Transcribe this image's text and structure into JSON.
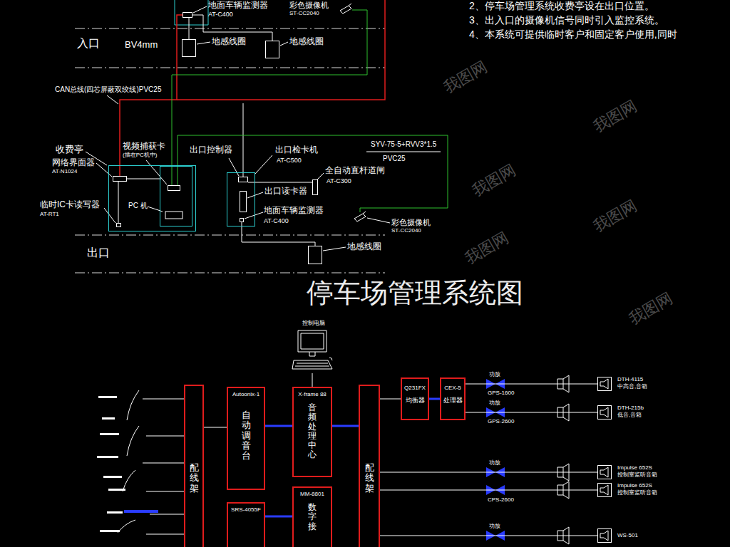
{
  "diagram": {
    "title": "停车场管理系统图",
    "nodes": [
      {
        "text": [
          "地面车辆监测器",
          "AT-C400"
        ]
      },
      {
        "text": [
          "彩色摄像机",
          "ST-CC2040"
        ]
      },
      {
        "text": [
          "地感线圈"
        ]
      },
      {
        "text": [
          "地感线圈"
        ]
      },
      {
        "text": [
          "收费亭"
        ]
      },
      {
        "text": [
          "网络界面器",
          "AT-N1024"
        ],
        "in": 4
      },
      {
        "text": [
          "临时IC卡读写器",
          "AT-RT1"
        ],
        "in": 4
      },
      {
        "text": [
          "PC 机"
        ],
        "in": 4
      },
      {
        "text": [
          "视频捕获卡",
          "(插在PC机中)"
        ],
        "in": 7
      },
      {
        "text": [
          "出口检卡机",
          "AT-C500"
        ]
      },
      {
        "text": [
          "出口控制器"
        ],
        "in": 9
      },
      {
        "text": [
          "出口读卡器"
        ],
        "in": 9
      },
      {
        "text": [
          "地面车辆监测器",
          "AT-C400"
        ],
        "in": 9
      },
      {
        "text": [
          "全自动直杆道闸",
          "AT-C300"
        ]
      },
      {
        "text": [
          "彩色摄像机",
          "ST-CC2040"
        ]
      },
      {
        "text": [
          "地感线圈"
        ]
      },
      {
        "text": [
          "控制电脑"
        ]
      },
      {
        "text": [
          "配线架"
        ]
      },
      {
        "text": [
          "Autoonix-1",
          "自动调音台"
        ]
      },
      {
        "text": [
          "SRS-4055F"
        ]
      },
      {
        "text": [
          "X-frame 88",
          "音频处理中心"
        ]
      },
      {
        "text": [
          "MM-8801",
          "数字接"
        ]
      },
      {
        "text": [
          "配线架"
        ]
      },
      {
        "text": [
          "Q231FX",
          "均衡器"
        ]
      },
      {
        "text": [
          "CEX-5",
          "处理器"
        ]
      },
      {
        "text": [
          "功放",
          "GPS-1600"
        ]
      },
      {
        "text": [
          "功放",
          "GPS-2600"
        ]
      },
      {
        "text": [
          "功放"
        ]
      },
      {
        "text": [
          "CPS-2600"
        ]
      },
      {
        "text": [
          "功放"
        ]
      },
      {
        "text": [
          "DTH-4115",
          "中高音,音箱"
        ]
      },
      {
        "text": [
          "DTH-215b",
          "低音,音箱"
        ]
      },
      {
        "text": [
          "Impulse 652S",
          "控制室监听音箱"
        ]
      },
      {
        "text": [
          "Impulse 652S",
          "控制室监听音箱"
        ]
      },
      {
        "text": [
          "WS-501"
        ]
      }
    ],
    "edges": [
      {
        "from": 5,
        "to": 0,
        "arrow": "none",
        "label": "CAN总线(四芯屏蔽双绞线)PVC25"
      },
      {
        "from": 8,
        "to": 1,
        "arrow": "none"
      },
      {
        "from": 8,
        "to": 14,
        "arrow": "none"
      },
      {
        "from": 10,
        "to": 13,
        "arrow": "none"
      },
      {
        "from": 12,
        "to": 15,
        "arrow": "none"
      },
      {
        "from": 0,
        "to": 2,
        "arrow": "none"
      },
      {
        "from": 0,
        "to": 3,
        "arrow": "none"
      },
      {
        "from": 16,
        "to": 20,
        "arrow": "none"
      },
      {
        "from": 17,
        "to": 18,
        "arrow": "none"
      },
      {
        "from": 18,
        "to": 20,
        "arrow": "none"
      },
      {
        "from": 19,
        "to": 21,
        "arrow": "none"
      },
      {
        "from": 20,
        "to": 22,
        "arrow": "none"
      },
      {
        "from": 22,
        "to": 23,
        "arrow": "none"
      },
      {
        "from": 23,
        "to": 24,
        "arrow": "none"
      },
      {
        "from": 24,
        "to": 25,
        "arrow": "none"
      },
      {
        "from": 24,
        "to": 26,
        "arrow": "none"
      },
      {
        "from": 22,
        "to": 27,
        "arrow": "none"
      },
      {
        "from": 22,
        "to": 28,
        "arrow": "none"
      },
      {
        "from": 22,
        "to": 29,
        "arrow": "none"
      },
      {
        "from": 25,
        "to": 30,
        "arrow": "none"
      },
      {
        "from": 26,
        "to": 31,
        "arrow": "none"
      },
      {
        "from": 27,
        "to": 32,
        "arrow": "none"
      },
      {
        "from": 28,
        "to": 33,
        "arrow": "none"
      },
      {
        "from": 29,
        "to": 34,
        "arrow": "none"
      }
    ],
    "labels": [
      "2、停车场管理系统收费亭设在出口位置。",
      "3、出入口的摄像机信号同时引入监控系统。",
      "4、本系统可提供临时客户和固定客户使用,同时",
      "入口",
      "BV4mm",
      "SYV-75-5+RVV3*1.5",
      "PVC25",
      "出口",
      "我图网",
      "我图网",
      "我图网",
      "我图网",
      "我图网",
      "我图网"
    ]
  }
}
